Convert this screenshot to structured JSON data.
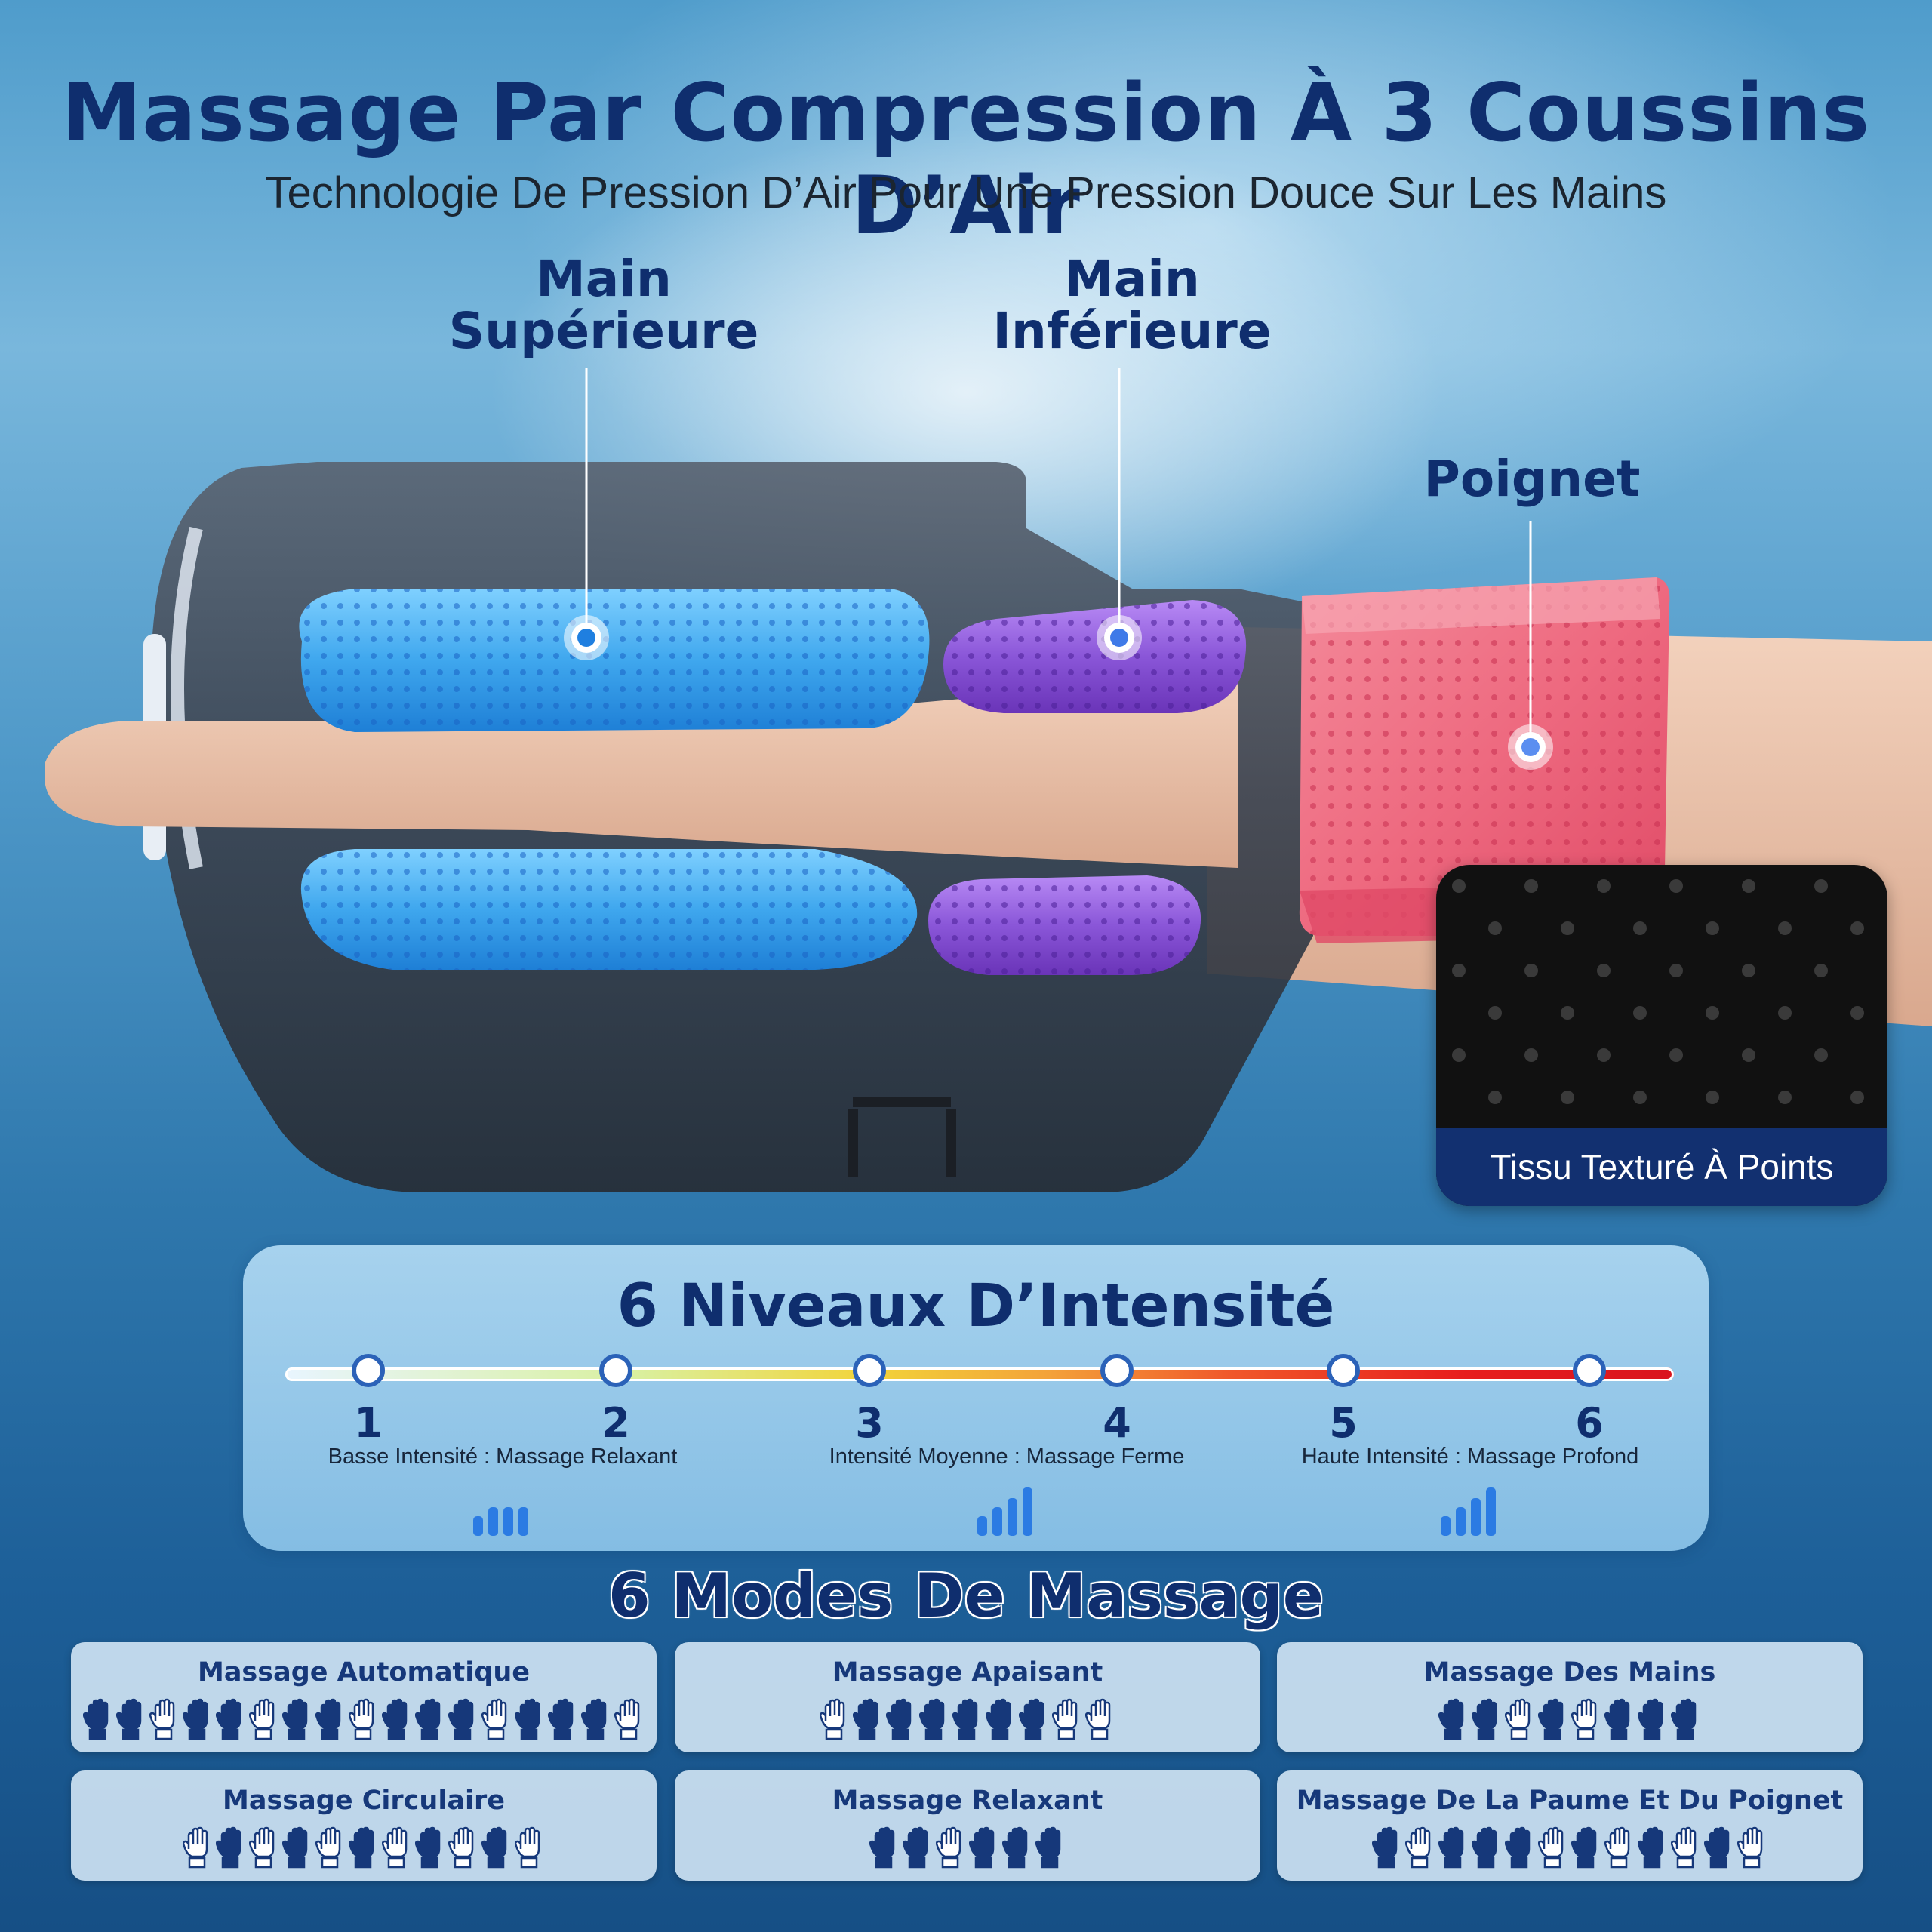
{
  "header": {
    "title": "Massage Par Compression À 3 Coussins D’Air",
    "subtitle": "Technologie De Pression D’Air Pour Une Pression Douce Sur Les Mains"
  },
  "cushions": {
    "upper_hand": "Main\nSupérieure",
    "lower_hand": "Main\nInférieure",
    "wrist": "Poignet"
  },
  "texture": {
    "caption": "Tissu Texturé À Points"
  },
  "intensity": {
    "title": "6 Niveaux D’Intensité",
    "levels": [
      "1",
      "2",
      "3",
      "4",
      "5",
      "6"
    ],
    "groups": [
      {
        "label": "Basse Intensité : Massage Relaxant",
        "bars": 2
      },
      {
        "label": "Intensité Moyenne : Massage Ferme",
        "bars": 3
      },
      {
        "label": "Haute Intensité : Massage Profond",
        "bars": 4
      }
    ]
  },
  "modes": {
    "title": "6 Modes De Massage",
    "items": [
      {
        "label": "Massage Automatique",
        "icons": "FFOFFOFFOFFFOFFFO"
      },
      {
        "label": "Massage Apaisant",
        "icons": "OFFFFFFOO"
      },
      {
        "label": "Massage Des Mains",
        "icons": "FFOFOFFF"
      },
      {
        "label": "Massage Circulaire",
        "icons": "OFOFOFOFOFO"
      },
      {
        "label": "Massage Relaxant",
        "icons": "FFOFFF"
      },
      {
        "label": "Massage De La Paume Et Du Poignet",
        "icons": "FOFFFOFOFOFO"
      }
    ]
  },
  "colors": {
    "title": "#0f2e6e",
    "upper_cushion": "#3fa7ee",
    "lower_cushion": "#8a56d8",
    "wrist_cushion": "#ee6a80",
    "accent_blue": "#2b62b8"
  }
}
